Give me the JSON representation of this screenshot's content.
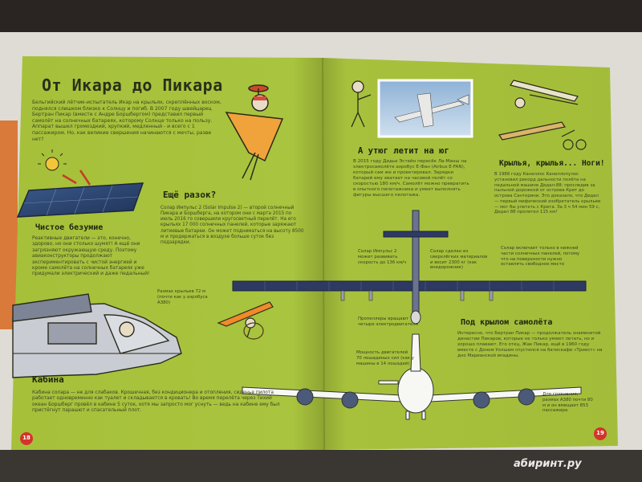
{
  "book": {
    "title": "От Икара до Пикара",
    "intro": "Бельгийский лётчик-испытатель Икар на крыльях, скреплённых воском, поднялся слишком близко к Солнцу и погиб. В 2007 году швейцарец Бертран Пикар (вместе с Андре Боршбергом) представил первый самолёт на солнечных батареях, которому Солнце только на пользу. Аппарат вышел громоздкий, хрупкий, медленный - и всего с 1 пассажиром. Но, как великие свершения начинаются с мечты, разве нет?",
    "headings": {
      "chistoe": "Чистое безумие",
      "eshche": "Ещё разок?",
      "kabina": "Кабина",
      "utyug": "А утюг летит на юг",
      "krylya": "Крылья, крылья... Ноги!",
      "pod_krylom": "Под крылом самолёта"
    },
    "texts": {
      "chistoe_body": "Реактивные двигатели — это, конечно, здорово, но они столько шумят! А ещё они загрязняют окружающую среду. Поэтому авиаконструкторы продолжают экспериментировать с чистой энергией и кроме самолёта на солнечных батареях уже придумали электрический и даже педальный!",
      "eshche_body": "Солар Импульс 2 (Solar Impulse 2) — второй солнечный Пикара и Боршберга, на котором они с марта 2015 по июль 2016 го совершили кругосветный перелёт. На его крыльях 17 000 солнечных панелей, которые заряжают литиевые батареи. Он может подниматься на высоту 8500 м и продержаться в воздухе больше суток без подзарядки.",
      "kabina_body": "Кабина солара — не для слабаков. Крошечная, без кондиционера и отопления, сиденье пилота работает одновременно как туалет и складывается в кровать! Во время перелёта через Тихий океан Боршберг провёл в кабине 5 суток, хотя мы запросто мог уснуть — ведь на кабине ему был пристёгнут парашют и спасательный плот.",
      "wingspan_note": "Размах крыльев 72 м (почти как у аэробуса А380)",
      "utyug_body": "В 2015 году Дидье Эстейн пересёк Ла-Манш на электросамолёте аэробус Е-Фан (Airbus E-FAN), который сам же и проектировал. Зарядки батарей ему хватает на часовой полёт со скоростью 180 км/ч. Самолёт можно превратить в опытного пилотажника и умеет выполнять фигуры высшего пилотажа.",
      "krylya_body": "В 1988 году Канеллос Канеллопулос установил рекорд дальности полёта на педальной машине Дедал-88: проследив за пыльной дорожкой от острова Крит до острова Санторини. Это доказало, что Дедал — первый мифический изобретатель крыльев — мог бы улететь с Крита. За 3 ч 54 мин 59 с, Дедал 88 пролетел 115 км!",
      "speed_note": "Солар Импульс 2 может развивать скорость до 136 км/ч",
      "engines_note": "Солар сделан из сверхлёгких материалов и весит 2300 кг (как внедорожник) ",
      "panels_note": "Солар включает только в нижней части солнечных панелей, потому что на поверхности нужно оставлять свободное место",
      "propellers_note": "Пропеллеры вращают четыре электродвигателя",
      "power_note": "Мощность двигателей 70 лошадиных сил (как у машины в 14 лошадей)",
      "pod_krylom_body": "Интересно, что Бертран Пикар — продолжатель знаменитой династии Пикаров, которые не только умеют летать, но и хорошо плавают. Его отец, Жак Пикар, ещё в 1960 году вместе с Доном Уолшем спустился на батискафе «Триест» на дно Марианской впадины.",
      "compare_note": "Для сравнения, размах А380 почти 80 м и он вмещает 853 пассажира"
    },
    "page_numbers": {
      "left": "18",
      "right": "19"
    },
    "watermark": "абиринт.ру"
  },
  "colors": {
    "page_green": "#a8c23c",
    "text_dark": "#3d4424",
    "accent_orange": "#e8a33a",
    "panel_blue": "#2f4a78",
    "page_number_red": "#d4332c"
  }
}
